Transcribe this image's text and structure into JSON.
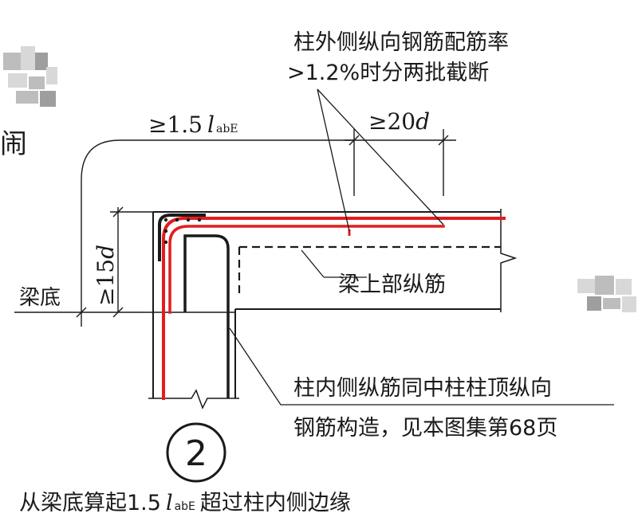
{
  "diagram": {
    "note_top_line1": "柱外侧纵向钢筋配筋率",
    "note_top_line2": ">1.2%时分两批截断",
    "dim_top_left_prefix": "≥1.5",
    "dim_top_left_l": "l",
    "dim_top_left_sub": "abE",
    "dim_top_right_prefix": "≥20",
    "dim_top_right_d": "d",
    "dim_vertical_prefix": "≥15",
    "dim_vertical_d": "d",
    "label_beam_bottom": "梁底",
    "label_beam_top_bars": "梁上部纵筋",
    "note_inner_line1": "柱内侧纵筋同中柱柱顶纵向",
    "note_inner_line2": "钢筋构造，见本图集第68页",
    "detail_number": "2",
    "caption_prefix": "从梁底算起1.5",
    "caption_l": "l",
    "caption_sub": "abE",
    "caption_suffix": "超过柱内侧边缘",
    "left_fragment": "闹"
  },
  "colors": {
    "rebar_red": "#e31d1d",
    "line_black": "#1a1a1a"
  }
}
